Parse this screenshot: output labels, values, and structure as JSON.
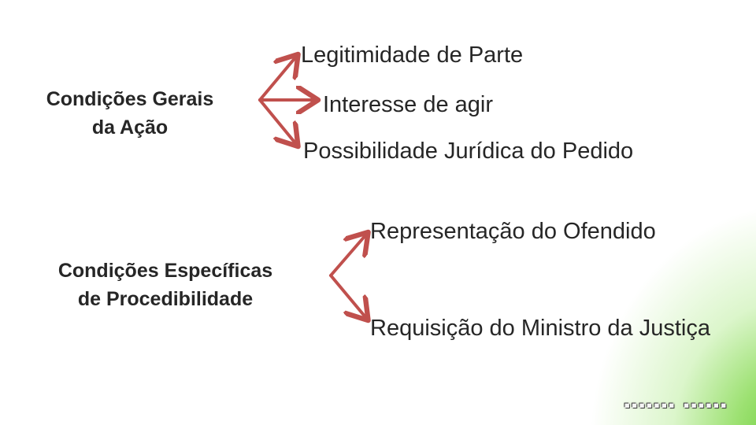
{
  "slide": {
    "background_accent": "#66cc33",
    "arrow_color": "#c0504d",
    "groups": [
      {
        "title_line1": "Condições Gerais",
        "title_line2": "da Ação",
        "items": [
          "Legitimidade de Parte",
          "Interesse de agir",
          "Possibilidade Jurídica do Pedido"
        ]
      },
      {
        "title_line1": "Condições Específicas",
        "title_line2": "de Procedibilidade",
        "items": [
          "Representação do Ofendido",
          "Requisição do Ministro da Justiça"
        ]
      }
    ],
    "watermark": "▪▪▪▪▪▪▪ ▪▪▪▪▪▪"
  }
}
